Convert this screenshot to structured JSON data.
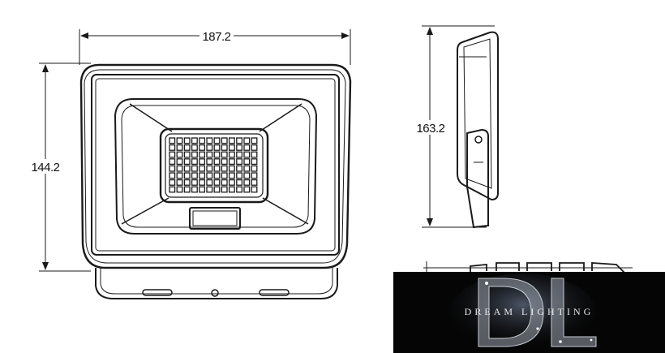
{
  "dimensions": {
    "width": "187.2",
    "height": "144.2",
    "side_height": "163.2"
  },
  "logo": {
    "text": "DREAM LIGHTING",
    "monogram": "DL"
  },
  "colors": {
    "line": "#1a1a1a",
    "logo_bg": "#050505",
    "logo_text": "#e8e8e8"
  }
}
